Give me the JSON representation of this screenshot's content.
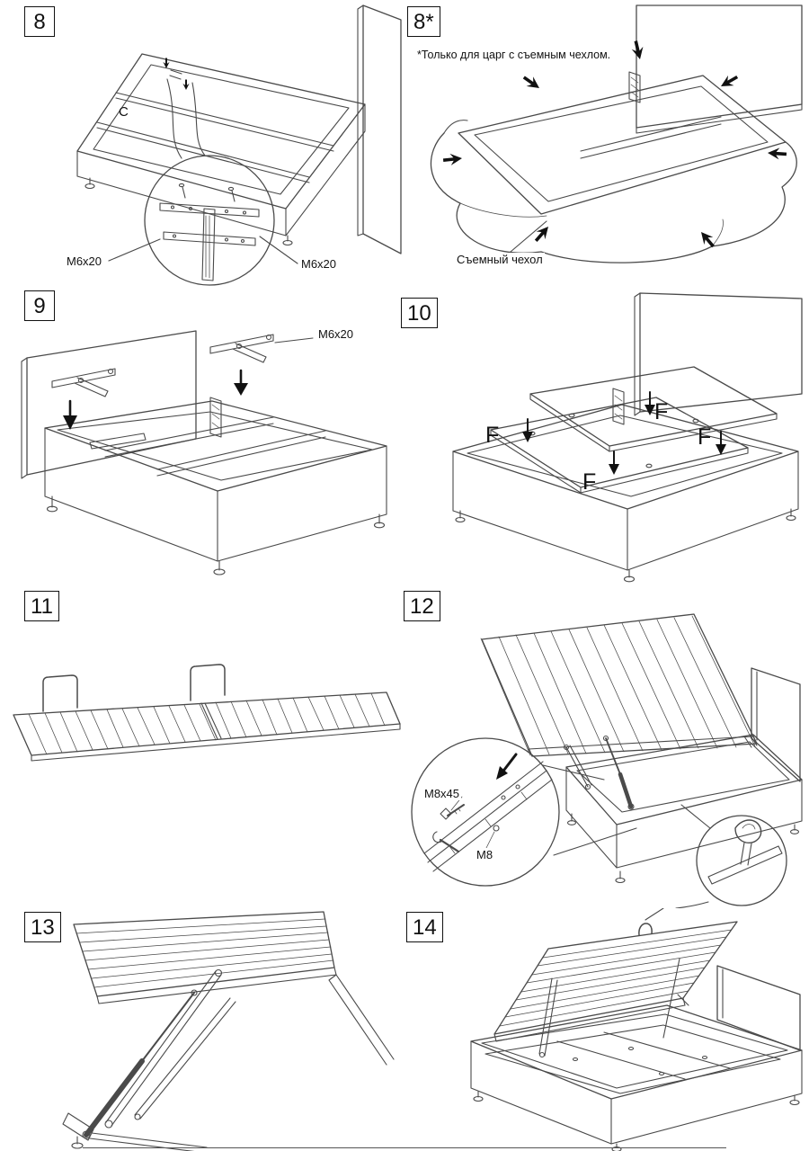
{
  "document": {
    "type": "furniture-assembly-instructions",
    "background": "#ffffff",
    "line_color": "#4a4a4a",
    "accent_color": "#111111"
  },
  "steps": {
    "s8": {
      "number": "8",
      "labels": {
        "c": "C",
        "m6_left": "M6x20",
        "m6_right": "M6x20"
      }
    },
    "s8a": {
      "number": "8*",
      "note": "*Только для царг с съемным чехлом.",
      "labels": {
        "cover": "Съемный чехол"
      }
    },
    "s9": {
      "number": "9",
      "labels": {
        "m6": "M6x20"
      }
    },
    "s10": {
      "number": "10",
      "labels": {
        "f1": "F",
        "f2": "F",
        "f3": "F",
        "f4": "F"
      }
    },
    "s11": {
      "number": "11"
    },
    "s12": {
      "number": "12",
      "labels": {
        "m8x45": "M8x45",
        "m8": "M8"
      }
    },
    "s13": {
      "number": "13"
    },
    "s14": {
      "number": "14"
    }
  }
}
